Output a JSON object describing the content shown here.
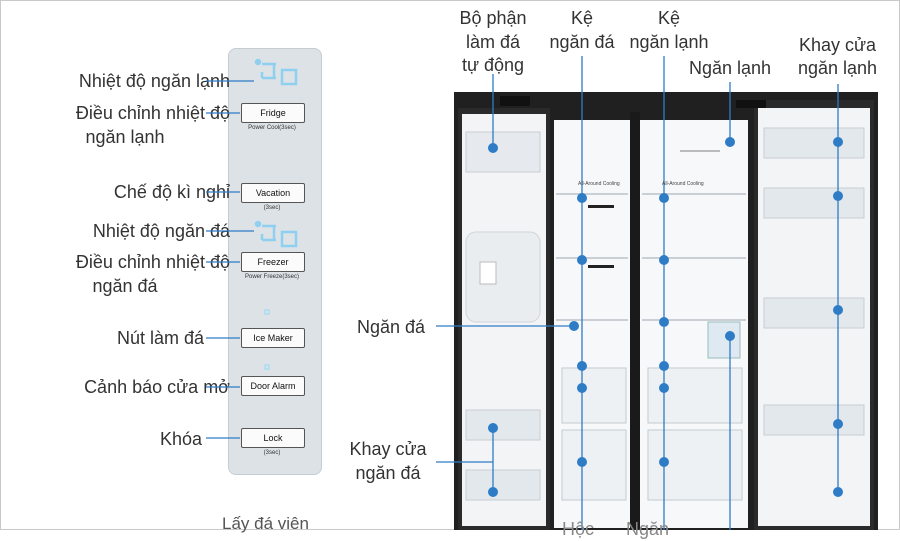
{
  "panel": {
    "labels": [
      "Nhiệt độ ngăn lạnh",
      "Điều chỉnh nhiệt độ",
      "ngăn lạnh",
      "Chế độ kì nghỉ",
      "Nhiệt độ ngăn đá",
      "Điều chỉnh nhiệt độ",
      "ngăn đá",
      "Nút làm đá",
      "Cảnh báo cửa mở",
      "Khóa"
    ],
    "buttons": [
      {
        "label": "Fridge",
        "sub": "Power Cool(3sec)"
      },
      {
        "label": "Vacation",
        "sub": "(3sec)"
      },
      {
        "label": "Freezer",
        "sub": "Power Freeze(3sec)"
      },
      {
        "label": "Ice Maker",
        "sub": ""
      },
      {
        "label": "Door Alarm",
        "sub": ""
      },
      {
        "label": "Lock",
        "sub": "(3sec)"
      }
    ],
    "bottom_cut": "Lấy đá viên"
  },
  "fridge": {
    "top_labels": {
      "ice_maker_1": "Bộ phận",
      "ice_maker_2": "làm đá",
      "ice_maker_3": "tự động",
      "freezer_shelf_1": "Kệ",
      "freezer_shelf_2": "ngăn đá",
      "fridge_shelf_1": "Kệ",
      "fridge_shelf_2": "ngăn lạnh",
      "fridge_compartment": "Ngăn lạnh",
      "fridge_door_1": "Khay cửa",
      "fridge_door_2": "ngăn lạnh"
    },
    "left_labels": {
      "freezer": "Ngăn đá",
      "freezer_door_1": "Khay cửa",
      "freezer_door_2": "ngăn đá"
    },
    "bottom_cut": {
      "a": "Hộc",
      "b": "Ngăn"
    },
    "shelf_text": "All-Around Cooling",
    "colors": {
      "accent": "#2e7cc6",
      "body": "#1f1f1f",
      "interior": "#f4f6f8"
    }
  }
}
